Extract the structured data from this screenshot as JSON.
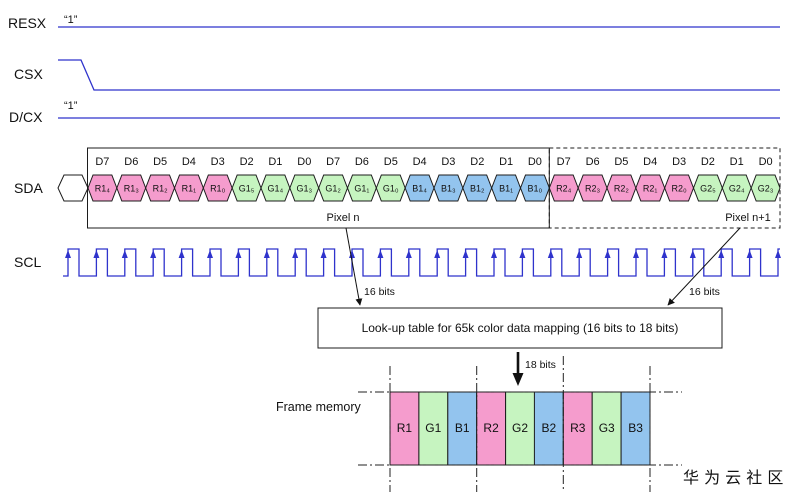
{
  "signals": {
    "resx": {
      "label": "RESX",
      "level": "“1”"
    },
    "csx": {
      "label": "CSX"
    },
    "dcx": {
      "label": "D/CX",
      "level": "“1”"
    },
    "sda": {
      "label": "SDA"
    },
    "scl": {
      "label": "SCL"
    }
  },
  "bit_labels": [
    "D7",
    "D6",
    "D5",
    "D4",
    "D3",
    "D2",
    "D1",
    "D0",
    "D7",
    "D6",
    "D5",
    "D4",
    "D3",
    "D2",
    "D1",
    "D0",
    "D7",
    "D6",
    "D5",
    "D4",
    "D3",
    "D2",
    "D1",
    "D0"
  ],
  "sda_bits": [
    {
      "text": "R1₄",
      "color": "pink"
    },
    {
      "text": "R1₃",
      "color": "pink"
    },
    {
      "text": "R1₂",
      "color": "pink"
    },
    {
      "text": "R1₁",
      "color": "pink"
    },
    {
      "text": "R1₀",
      "color": "pink"
    },
    {
      "text": "G1₅",
      "color": "green"
    },
    {
      "text": "G1₄",
      "color": "green"
    },
    {
      "text": "G1₃",
      "color": "green"
    },
    {
      "text": "G1₂",
      "color": "green"
    },
    {
      "text": "G1₁",
      "color": "green"
    },
    {
      "text": "G1₀",
      "color": "green"
    },
    {
      "text": "B1₄",
      "color": "blue"
    },
    {
      "text": "B1₃",
      "color": "blue"
    },
    {
      "text": "B1₂",
      "color": "blue"
    },
    {
      "text": "B1₁",
      "color": "blue"
    },
    {
      "text": "B1₀",
      "color": "blue"
    },
    {
      "text": "R2₄",
      "color": "pink"
    },
    {
      "text": "R2₃",
      "color": "pink"
    },
    {
      "text": "R2₂",
      "color": "pink"
    },
    {
      "text": "R2₁",
      "color": "pink"
    },
    {
      "text": "R2₀",
      "color": "pink"
    },
    {
      "text": "G2₅",
      "color": "green"
    },
    {
      "text": "G2₄",
      "color": "green"
    },
    {
      "text": "G2₃",
      "color": "green"
    }
  ],
  "pixels": {
    "n": "Pixel n",
    "n_plus_1": "Pixel n+1"
  },
  "bus_widths": {
    "pixel_n": "16 bits",
    "pixel_n_plus_1": "16 bits",
    "lut_output": "18 bits"
  },
  "lut": {
    "text": "Look-up table for 65k color data mapping (16 bits to 18 bits)"
  },
  "frame_memory": {
    "label": "Frame memory",
    "cells": [
      {
        "text": "R1",
        "color": "pink"
      },
      {
        "text": "G1",
        "color": "green"
      },
      {
        "text": "B1",
        "color": "blue"
      },
      {
        "text": "R2",
        "color": "pink"
      },
      {
        "text": "G2",
        "color": "green"
      },
      {
        "text": "B2",
        "color": "blue"
      },
      {
        "text": "R3",
        "color": "pink"
      },
      {
        "text": "G3",
        "color": "green"
      },
      {
        "text": "B3",
        "color": "blue"
      }
    ]
  },
  "colors": {
    "pink": "#f59ccd",
    "green": "#c6f4c0",
    "blue": "#93c4ee",
    "signal": "#2f33cc",
    "watermark": "#b9b9b9"
  },
  "watermark": "华 为 云 社 区"
}
